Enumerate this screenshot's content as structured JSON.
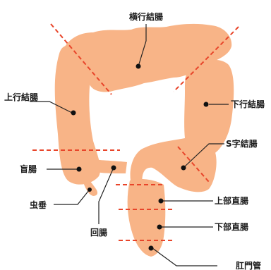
{
  "colors": {
    "organ": "#f8b487",
    "cut_line": "#e8452a",
    "leader": "#222222",
    "dot": "#111111"
  },
  "labels": {
    "transverse": "横行結腸",
    "ascending": "上行結腸",
    "descending": "下行結腸",
    "sigmoid": "S字結腸",
    "cecum": "盲腸",
    "upper_rectum": "上部直腸",
    "appendix": "虫垂",
    "lower_rectum": "下部直腸",
    "ileum": "回腸",
    "anal_canal": "肛門管"
  }
}
